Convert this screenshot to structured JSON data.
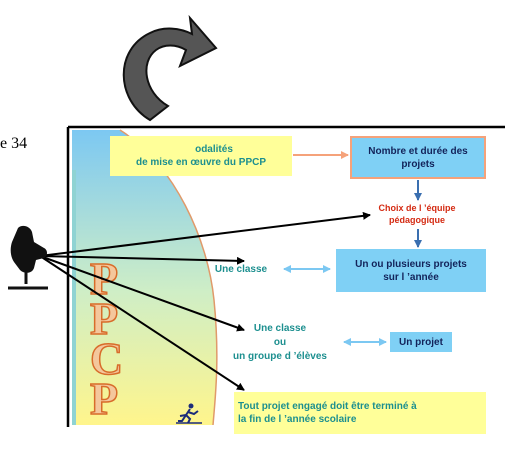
{
  "page_number": "e 34",
  "boxes": {
    "modalites_line1": "odalités",
    "modalites_line2": "de mise en œuvre du PPCP",
    "nombre_line1": "Nombre et durée des",
    "nombre_line2": "projets",
    "choix_line1": "Choix de l ’équipe",
    "choix_line2": "pédagogique",
    "plusieurs_line1": "Un ou plusieurs projets",
    "plusieurs_line2": "sur l ’année",
    "un_projet": "Un projet",
    "tout_line1": "Tout projet engagé doit être terminé à",
    "tout_line2": "la fin de l ’année scolaire"
  },
  "labels": {
    "une_classe": "Une classe",
    "groupe_line1": "Une classe",
    "groupe_line2": "ou",
    "groupe_line3": "un groupe d ’élèves"
  },
  "letters": [
    "P",
    "P",
    "C",
    "P"
  ],
  "colors": {
    "yellow_box": "#ffff99",
    "blue_box": "#7fd0f5",
    "peach_border": "#f5a27a",
    "teal_text": "#1c8f8f",
    "red_text": "#d42a12",
    "navy_text": "#13235a"
  },
  "icons": [
    "curved-arrow-icon",
    "pointing-hand-icon",
    "running-figure-icon"
  ]
}
